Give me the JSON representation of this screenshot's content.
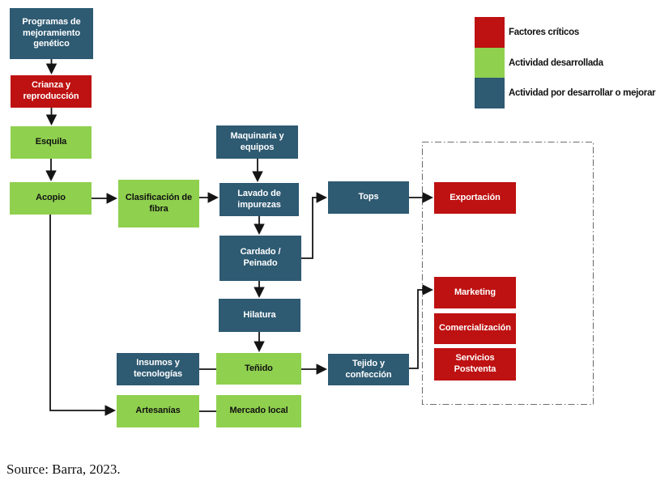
{
  "diagram": {
    "nodes": [
      {
        "id": "programas-mejoramiento-genetico",
        "label": "Programas de\nmejoramiento\ngenético",
        "category": "improve"
      },
      {
        "id": "crianza-reproduccion",
        "label": "Crianza y\nreproducción",
        "category": "critical"
      },
      {
        "id": "esquila",
        "label": "Esquila",
        "category": "developed"
      },
      {
        "id": "acopio",
        "label": "Acopio",
        "category": "developed"
      },
      {
        "id": "clasificacion-fibra",
        "label": "Clasificación de\nfibra",
        "category": "developed"
      },
      {
        "id": "maquinaria-equipos",
        "label": "Maquinaria y\nequipos",
        "category": "improve"
      },
      {
        "id": "lavado-impurezas",
        "label": "Lavado de\nimpurezas",
        "category": "improve"
      },
      {
        "id": "cardado-peinado",
        "label": "Cardado /\nPeinado",
        "category": "improve"
      },
      {
        "id": "hilatura",
        "label": "Hilatura",
        "category": "improve"
      },
      {
        "id": "tops",
        "label": "Tops",
        "category": "improve"
      },
      {
        "id": "exportacion",
        "label": "Exportación",
        "category": "critical"
      },
      {
        "id": "insumos-tecnologias",
        "label": "Insumos y\ntecnologías",
        "category": "improve"
      },
      {
        "id": "tenido",
        "label": "Teñido",
        "category": "developed"
      },
      {
        "id": "tejido-confeccion",
        "label": "Tejido y\nconfección",
        "category": "improve"
      },
      {
        "id": "marketing",
        "label": "Marketing",
        "category": "critical"
      },
      {
        "id": "comercializacion",
        "label": "Comercialización",
        "category": "critical"
      },
      {
        "id": "servicios-postventa",
        "label": "Servicios\nPostventa",
        "category": "critical"
      },
      {
        "id": "artesanias",
        "label": "Artesanías",
        "category": "developed"
      },
      {
        "id": "mercado-local",
        "label": "Mercado local",
        "category": "developed"
      }
    ],
    "legend": {
      "items": [
        {
          "label": "Factores críticos",
          "color": "#BE1111"
        },
        {
          "label": "Actividad desarrollada",
          "color": "#8FD04E"
        },
        {
          "label": "Actividad por desarrollar o mejorar",
          "color": "#2E5A72"
        }
      ]
    },
    "source": "Source: Barra, 2023.",
    "colors": {
      "critical": "#BE1111",
      "developed": "#8FD04E",
      "improve": "#2E5A72",
      "arrow": "#141414",
      "region_border": "#6e6e6e"
    }
  }
}
